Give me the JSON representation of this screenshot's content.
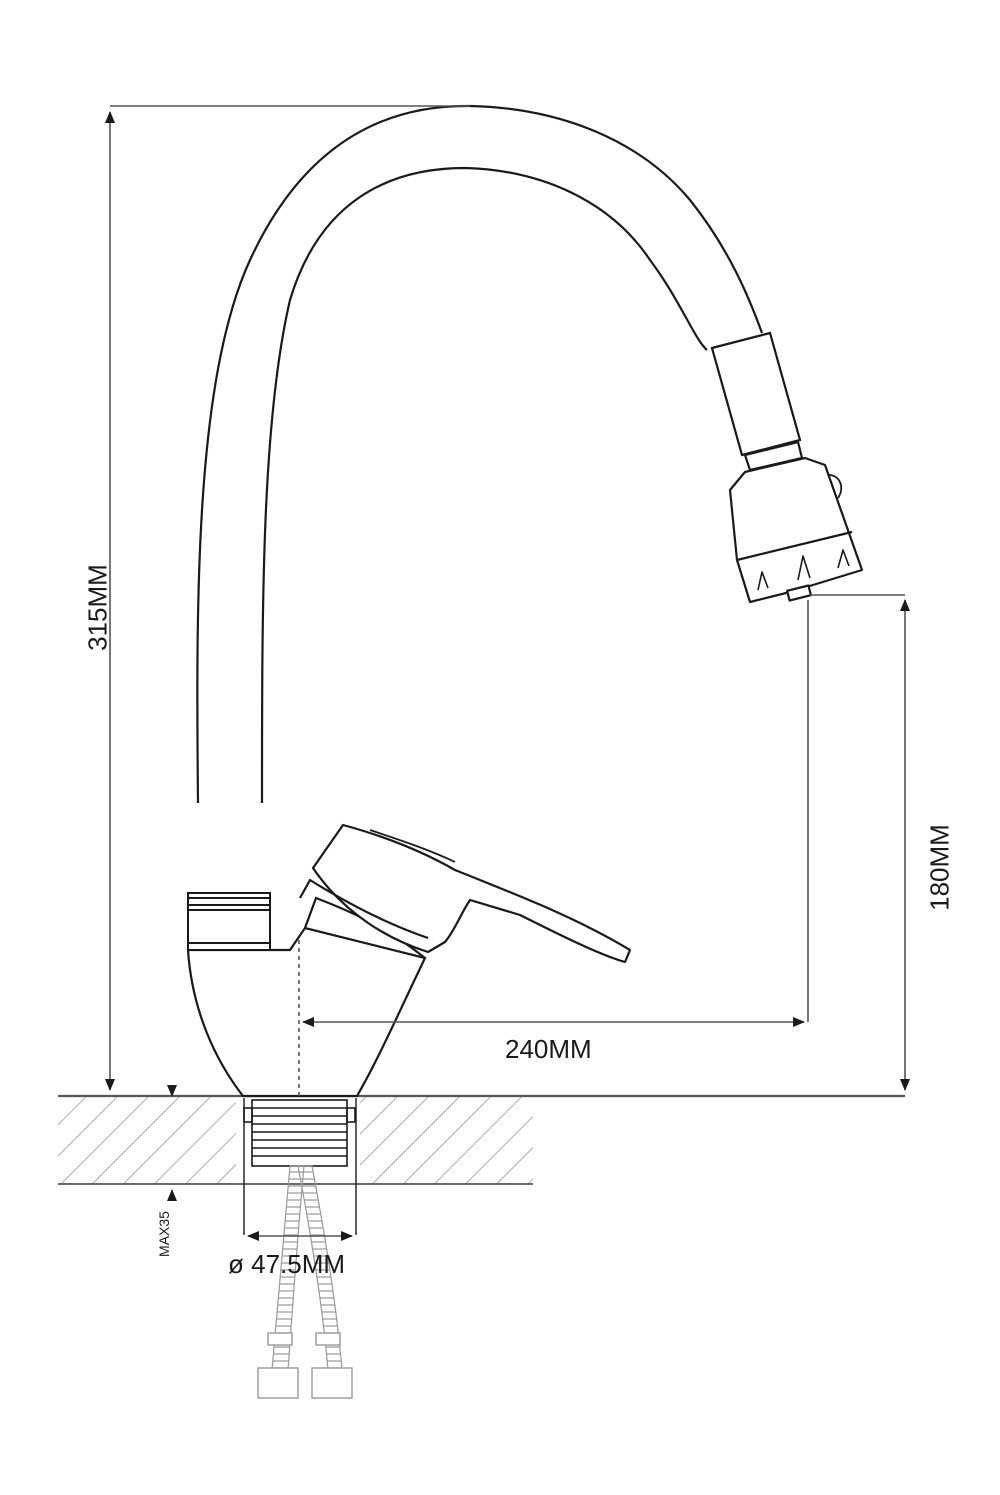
{
  "diagram": {
    "title": "Single-lever faucet with flexible swivel spout — dimensional drawing",
    "colors": {
      "line": "#1a1a1a",
      "dimension_line": "#555555",
      "hatch": "#8a8a8a",
      "hose": "#9a9a9a",
      "background": "#ffffff"
    },
    "dimensions": {
      "total_height": "315MM",
      "spout_outlet_height": "180MM",
      "spout_reach": "240MM",
      "mounting_hole_diameter": "ø 47.5MM",
      "max_countertop_thickness": "MAX35"
    },
    "components": [
      "gooseneck-spout",
      "spout-sleeve",
      "aerator-head",
      "swivel-collar",
      "faucet-body",
      "lever-handle",
      "threaded-shank",
      "countertop-section",
      "flexible-supply-hoses",
      "hose-nut-fittings"
    ]
  }
}
